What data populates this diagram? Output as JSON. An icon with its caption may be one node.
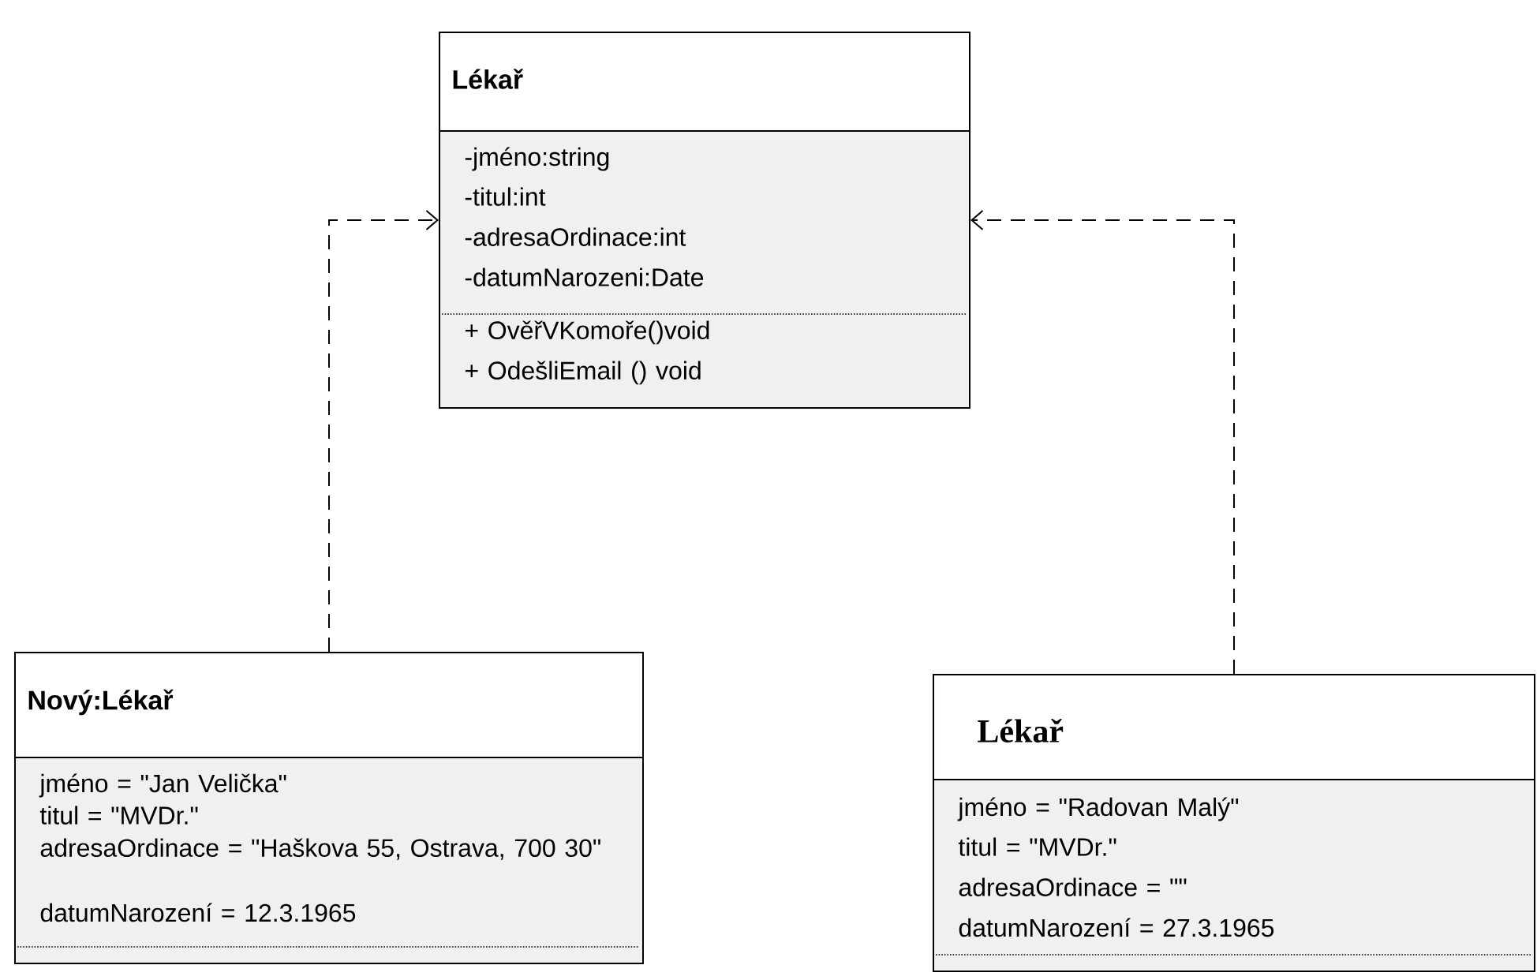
{
  "diagram": {
    "nodes": [
      {
        "text": [
          "Lékař",
          "-jméno:string",
          "-titul:int",
          "-adresaOrdinace:int",
          "-datumNarozeni:Date",
          "+ OvěřVKomoře()void",
          "+ OdešliEmail () void"
        ]
      },
      {
        "text": [
          "Nový:Lékař",
          "jméno = \"Jan Velička\"",
          "titul = \"MVDr.\"",
          "adresaOrdinace = \"Haškova 55, Ostrava, 700 30\"",
          "datumNarození = 12.3.1965"
        ]
      },
      {
        "text": [
          "Lékař",
          "jméno = \"Radovan Malý\"",
          "titul = \"MVDr.\"",
          "adresaOrdinace = \"\"",
          "datumNarození = 27.3.1965"
        ]
      }
    ],
    "edges": [
      {
        "from": 1,
        "to": 0,
        "arrow": "to",
        "style": "dashed"
      },
      {
        "from": 2,
        "to": 0,
        "arrow": "to",
        "style": "dashed"
      }
    ]
  }
}
